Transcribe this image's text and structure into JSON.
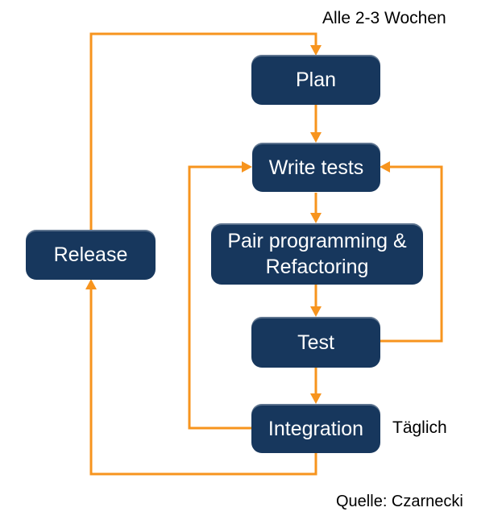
{
  "diagram": {
    "type": "flowchart",
    "background": "#ffffff",
    "colors": {
      "node_fill": "#17375D",
      "node_text": "#ffffff",
      "arrow": "#F7941E",
      "label_text": "#000000"
    },
    "nodes": [
      {
        "id": "plan",
        "label": "Plan"
      },
      {
        "id": "write_tests",
        "label": "Write tests"
      },
      {
        "id": "pair_programming",
        "label": "Pair programming & Refactoring"
      },
      {
        "id": "test",
        "label": "Test"
      },
      {
        "id": "integration",
        "label": "Integration"
      },
      {
        "id": "release",
        "label": "Release"
      }
    ],
    "annotations": [
      {
        "id": "cycle",
        "text": "Alle 2-3 Wochen"
      },
      {
        "id": "daily",
        "text": "Täglich"
      },
      {
        "id": "source",
        "text": "Quelle: Czarnecki"
      }
    ],
    "edges": [
      {
        "from": "plan",
        "to": "write_tests"
      },
      {
        "from": "write_tests",
        "to": "pair_programming"
      },
      {
        "from": "pair_programming",
        "to": "test"
      },
      {
        "from": "test",
        "to": "integration"
      },
      {
        "from": "test",
        "to": "write_tests",
        "route": "right-loop"
      },
      {
        "from": "integration",
        "to": "write_tests",
        "route": "left-loop",
        "label": "Täglich"
      },
      {
        "from": "integration",
        "to": "release",
        "route": "bottom-left-loop"
      },
      {
        "from": "release",
        "to": "plan",
        "route": "top-loop",
        "label": "Alle 2-3 Wochen"
      }
    ]
  }
}
